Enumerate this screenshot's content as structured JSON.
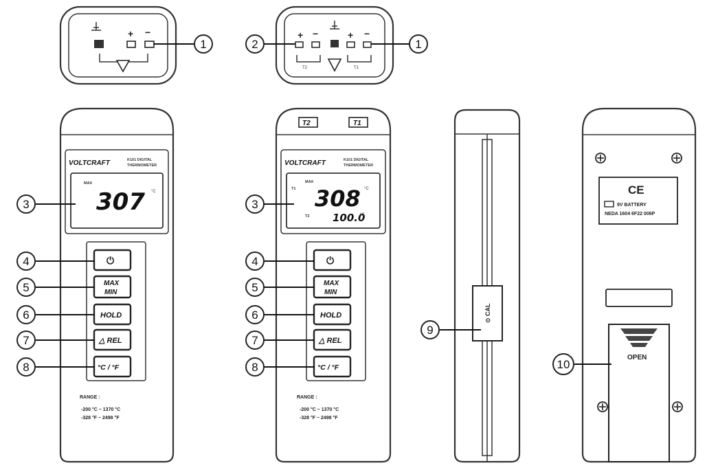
{
  "callouts": [
    "1",
    "1",
    "2",
    "3",
    "3",
    "4",
    "4",
    "5",
    "5",
    "6",
    "6",
    "7",
    "7",
    "8",
    "8",
    "9",
    "10"
  ],
  "top_views": {
    "polarity_plus": "+",
    "polarity_minus": "−",
    "pin_t1": "T1",
    "pin_t2": "T2"
  },
  "front": {
    "brand": "VOLTCRAFT",
    "model_line1": "K101  DIGITAL",
    "model_line2": "THERMOMETER",
    "t1_label": "T1",
    "t2_label": "T2",
    "lcd_flag": "MAX",
    "lcd_flag_small": "T1",
    "single_reading": "307",
    "dual_reading_main": "308",
    "dual_reading_sub": "100.0",
    "unit_c": "°C",
    "unit_f": "°F",
    "buttons": {
      "power_symbol": "⏻",
      "max": "MAX",
      "min": "MIN",
      "hold": "HOLD",
      "rel": "△ REL",
      "unit": "°C / °F"
    },
    "range_title": "RANGE :",
    "range_c": "-200 °C ~ 1370 °C",
    "range_f": "-328 °F ~ 2498 °F"
  },
  "side": {
    "cal_label": "⊙ CAL"
  },
  "back": {
    "ce_mark": "CE",
    "battery_line1": "9V BATTERY",
    "battery_line2": "NEDA 1604  6F22 006P",
    "open_label": "OPEN"
  }
}
